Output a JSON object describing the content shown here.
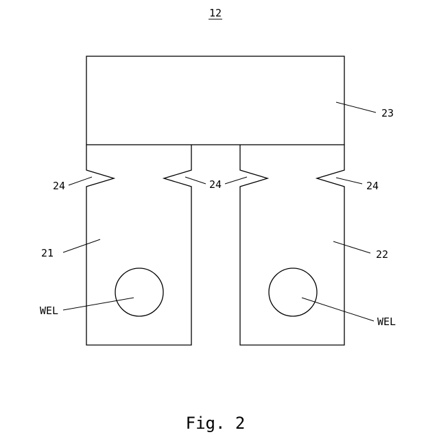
{
  "figure": {
    "reference_number": "12",
    "caption": "Fig. 2",
    "labels": {
      "upper_block": "23",
      "left_terminal": "21",
      "right_terminal": "22",
      "notch": "24",
      "weld_point": "WEL"
    }
  }
}
